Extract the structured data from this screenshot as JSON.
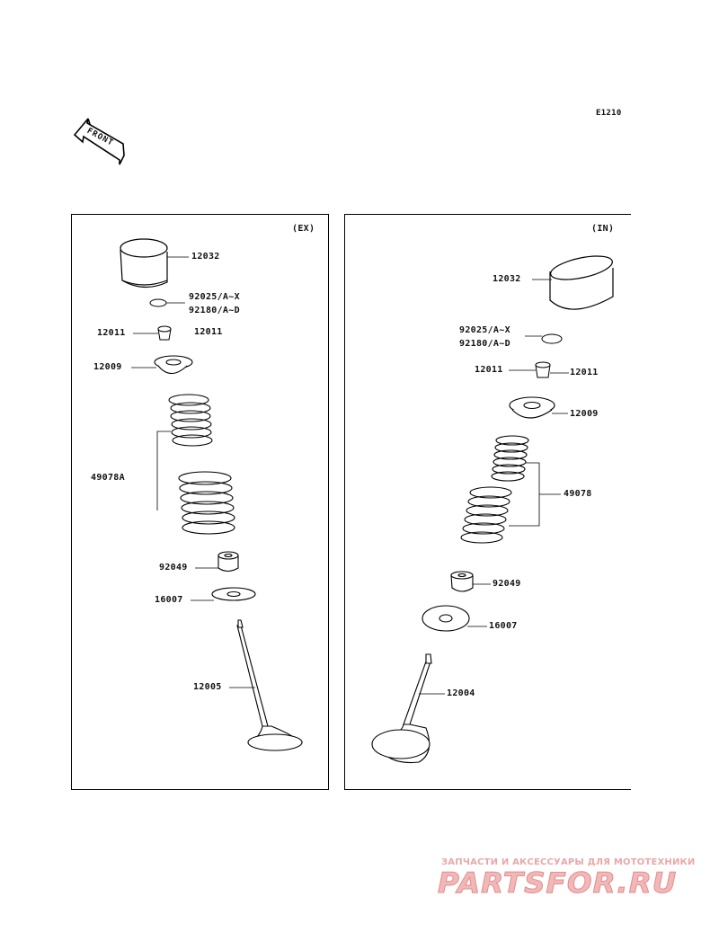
{
  "diagram_code": "E1210",
  "front_label": "FRONT",
  "exhaust": {
    "title": "(EX)",
    "labels": {
      "tappet": "12032",
      "shim_a": "92025/A~X",
      "shim_b": "92180/A~D",
      "keeper_left": "12011",
      "keeper_right": "12011",
      "retainer": "12009",
      "spring": "49078A",
      "seal": "92049",
      "seat": "16007",
      "valve": "12005"
    }
  },
  "intake": {
    "title": "(IN)",
    "labels": {
      "tappet": "12032",
      "shim_a": "92025/A~X",
      "shim_b": "92180/A~D",
      "keeper_left": "12011",
      "keeper_right": "12011",
      "retainer": "12009",
      "spring": "49078",
      "seal": "92049",
      "seat": "16007",
      "valve": "12004"
    }
  },
  "watermark": {
    "tagline": "ЗАПЧАСТИ И АКСЕССУАРЫ ДЛЯ МОТОТЕХНИКИ",
    "logo": "PARTSFOR.RU"
  }
}
